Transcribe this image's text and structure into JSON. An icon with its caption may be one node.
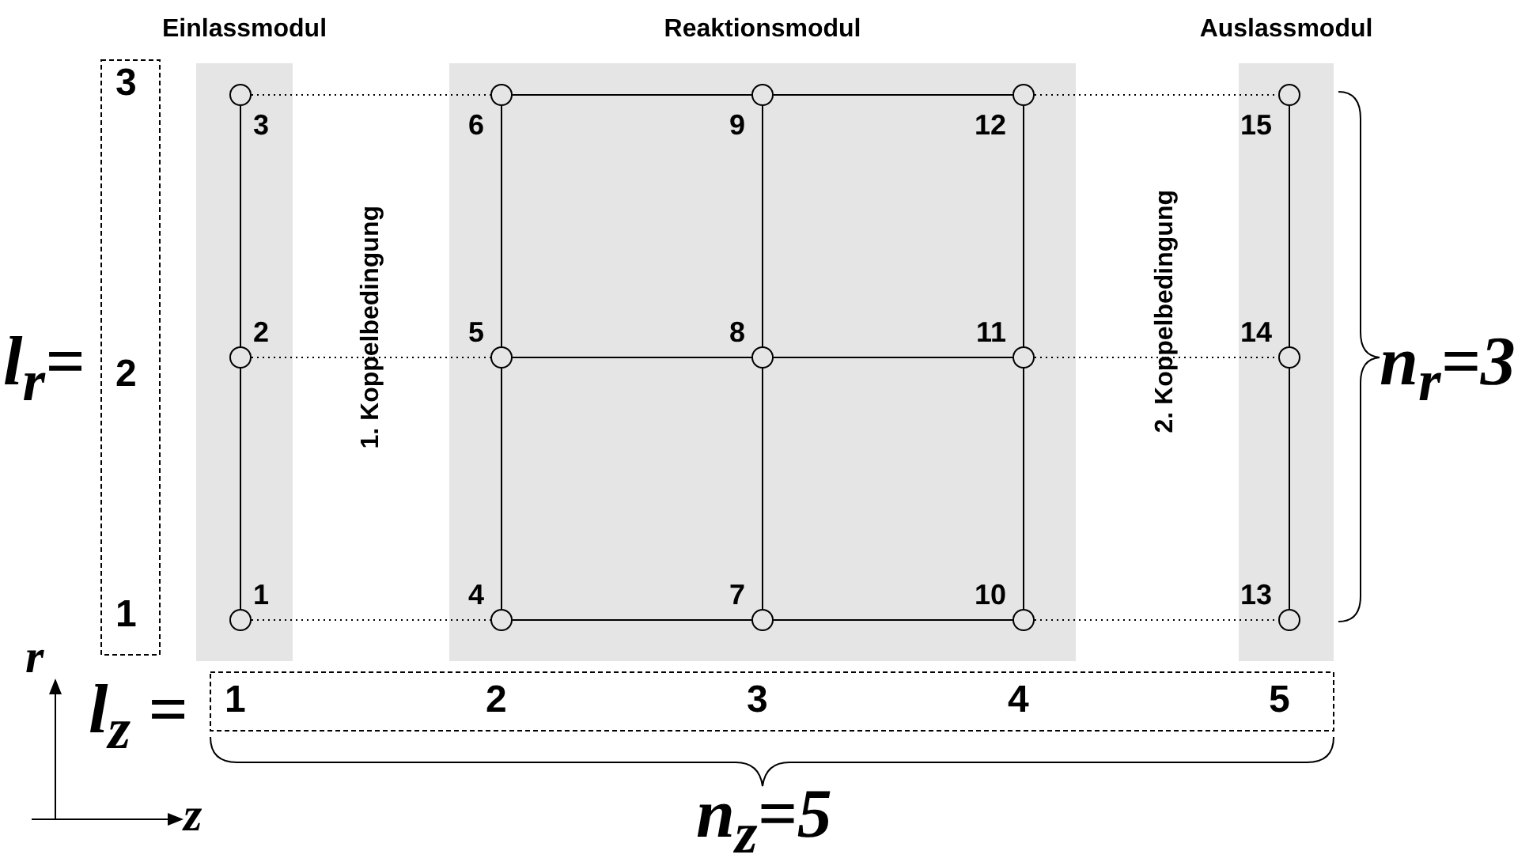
{
  "diagram": {
    "nodes": [
      {
        "text": [
          "Einlassmodul"
        ]
      },
      {
        "text": [],
        "shape": "circle",
        "beside": [
          "1"
        ],
        "in": 0
      },
      {
        "text": [],
        "shape": "circle",
        "beside": [
          "2"
        ],
        "in": 0
      },
      {
        "text": [],
        "shape": "circle",
        "beside": [
          "3"
        ],
        "in": 0
      },
      {
        "text": [
          "Reaktionsmodul"
        ]
      },
      {
        "text": [],
        "shape": "circle",
        "beside": [
          "4"
        ],
        "in": 4
      },
      {
        "text": [],
        "shape": "circle",
        "beside": [
          "5"
        ],
        "in": 4
      },
      {
        "text": [],
        "shape": "circle",
        "beside": [
          "6"
        ],
        "in": 4
      },
      {
        "text": [],
        "shape": "circle",
        "beside": [
          "7"
        ],
        "in": 4
      },
      {
        "text": [],
        "shape": "circle",
        "beside": [
          "8"
        ],
        "in": 4
      },
      {
        "text": [],
        "shape": "circle",
        "beside": [
          "9"
        ],
        "in": 4
      },
      {
        "text": [],
        "shape": "circle",
        "beside": [
          "10"
        ],
        "in": 4
      },
      {
        "text": [],
        "shape": "circle",
        "beside": [
          "11"
        ],
        "in": 4
      },
      {
        "text": [],
        "shape": "circle",
        "beside": [
          "12"
        ],
        "in": 4
      },
      {
        "text": [
          "Auslassmodul"
        ]
      },
      {
        "text": [],
        "shape": "circle",
        "beside": [
          "13"
        ],
        "in": 14
      },
      {
        "text": [],
        "shape": "circle",
        "beside": [
          "14"
        ],
        "in": 14
      },
      {
        "text": [],
        "shape": "circle",
        "beside": [
          "15"
        ],
        "in": 14
      }
    ],
    "edges": [
      {
        "from": 1,
        "to": 2,
        "arrow": "none"
      },
      {
        "from": 2,
        "to": 3,
        "arrow": "none"
      },
      {
        "from": 5,
        "to": 6,
        "arrow": "none"
      },
      {
        "from": 6,
        "to": 7,
        "arrow": "none"
      },
      {
        "from": 8,
        "to": 9,
        "arrow": "none"
      },
      {
        "from": 9,
        "to": 10,
        "arrow": "none"
      },
      {
        "from": 11,
        "to": 12,
        "arrow": "none"
      },
      {
        "from": 12,
        "to": 13,
        "arrow": "none"
      },
      {
        "from": 5,
        "to": 8,
        "arrow": "none"
      },
      {
        "from": 8,
        "to": 11,
        "arrow": "none"
      },
      {
        "from": 6,
        "to": 9,
        "arrow": "none"
      },
      {
        "from": 9,
        "to": 12,
        "arrow": "none"
      },
      {
        "from": 7,
        "to": 10,
        "arrow": "none"
      },
      {
        "from": 10,
        "to": 13,
        "arrow": "none"
      },
      {
        "from": 15,
        "to": 16,
        "arrow": "none"
      },
      {
        "from": 16,
        "to": 17,
        "arrow": "none"
      },
      {
        "from": 1,
        "to": 5,
        "arrow": "none",
        "style": "dashed"
      },
      {
        "from": 2,
        "to": 6,
        "arrow": "none",
        "style": "dashed"
      },
      {
        "from": 3,
        "to": 7,
        "arrow": "none",
        "style": "dashed"
      },
      {
        "from": 11,
        "to": 15,
        "arrow": "none",
        "style": "dashed"
      },
      {
        "from": 12,
        "to": 16,
        "arrow": "none",
        "style": "dashed"
      },
      {
        "from": 13,
        "to": 17,
        "arrow": "none",
        "style": "dashed"
      }
    ],
    "labels": [
      "1. Koppelbedingung",
      "2. Koppelbedingung",
      "3",
      "2",
      "1",
      "l$_{r}$=",
      "n$_{r}$=3",
      "r",
      "l$_{z}$ =",
      "1",
      "2",
      "3",
      "4",
      "5",
      "n$_{z}$=5",
      "z"
    ]
  }
}
